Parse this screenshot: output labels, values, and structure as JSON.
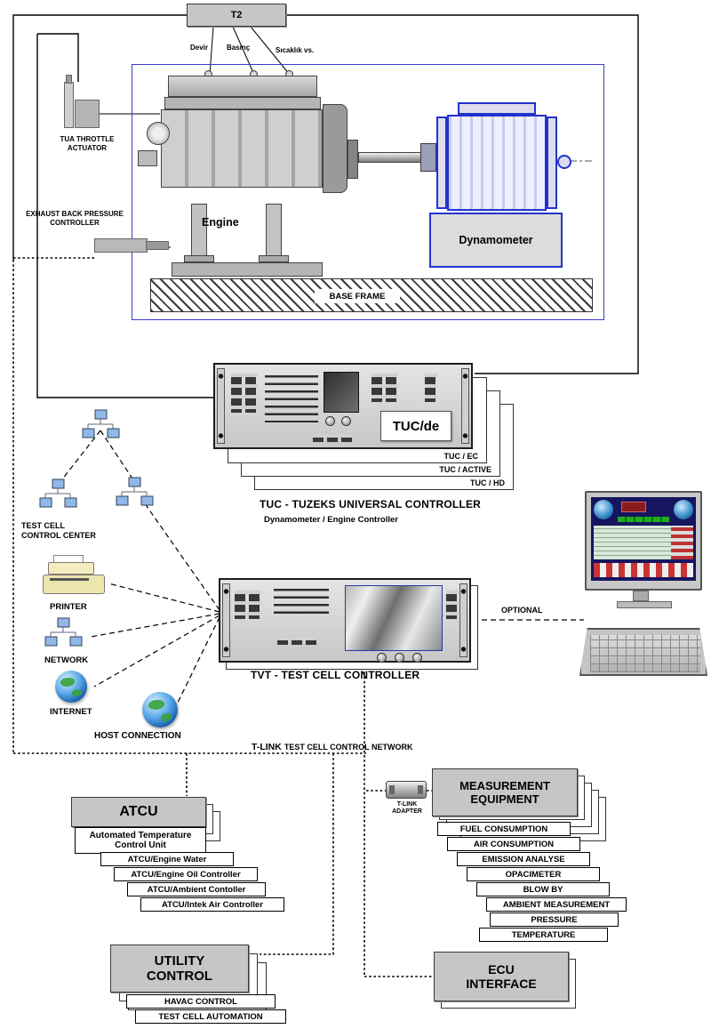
{
  "engine_area": {
    "t2": "T2",
    "sensors": [
      "Devir",
      "Basınç",
      "Sıcaklık vs."
    ],
    "tua_actuator": "TUA THROTTLE ACTUATOR",
    "exhaust_controller": "EXHAUST BACK PRESSURE CONTROLLER",
    "engine": "Engine",
    "dynamometer": "Dynamometer",
    "base_frame": "BASE FRAME"
  },
  "tuc": {
    "panel_label": "TUC/de",
    "variants": [
      "TUC / EC",
      "TUC / ACTIVE",
      "TUC / HD"
    ],
    "title": "TUC - TUZEKS UNIVERSAL CONTROLLER",
    "subtitle": "Dynamometer / Engine Controller"
  },
  "peripherals": {
    "control_center": "TEST CELL CONTROL CENTER",
    "printer": "PRINTER",
    "network": "NETWORK",
    "internet": "INTERNET",
    "host": "HOST CONNECTION"
  },
  "tvt": {
    "title": "TVT - TEST CELL CONTROLLER",
    "optional": "OPTIONAL"
  },
  "tlink": {
    "name": "T-LINK",
    "network_label": "TEST CELL CONTROL NETWORK",
    "adapter": "T-LINK ADAPTER"
  },
  "measurement": {
    "title": "MEASUREMENT EQUIPMENT",
    "items": [
      "FUEL CONSUMPTION",
      "AIR CONSUMPTION",
      "EMISSION ANALYSE",
      "OPACIMETER",
      "BLOW BY",
      "AMBIENT MEASUREMENT",
      "PRESSURE",
      "TEMPERATURE"
    ]
  },
  "atcu": {
    "title": "ATCU",
    "subtitle": "Automated Temperature Control Unit",
    "items": [
      "ATCU/Engine Water",
      "ATCU/Engine Oil Controller",
      "ATCU/Ambient Contoller",
      "ATCU/Intek Air Controller"
    ]
  },
  "utility": {
    "title": "UTILITY CONTROL",
    "items": [
      "HAVAC CONTROL",
      "TEST CELL AUTOMATION"
    ]
  },
  "ecu": {
    "title": "ECU INTERFACE"
  },
  "colors": {
    "accent_blue": "#2233cc",
    "box_gray": "#c6c6c6",
    "screen_navy": "#151560"
  }
}
